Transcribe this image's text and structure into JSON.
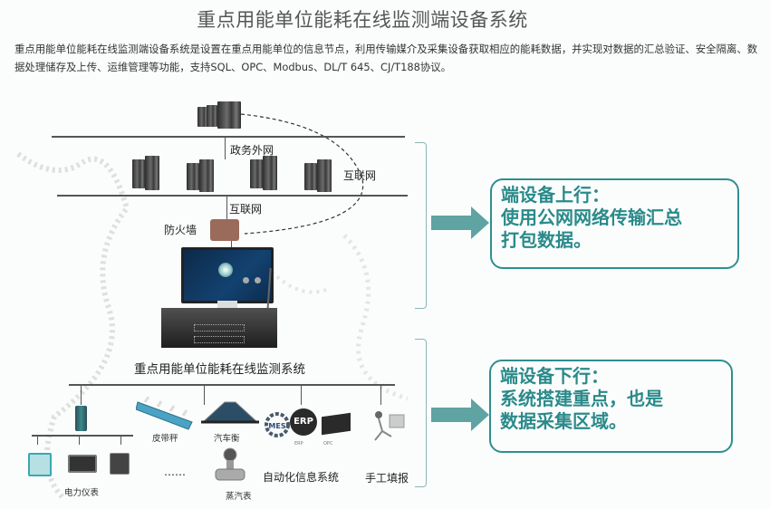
{
  "header": {
    "title": "重点用能单位能耗在线监测端设备系统",
    "description": "重点用能单位能耗在线监测端设备系统是设置在重点用能单位的信息节点，利用传输媒介及采集设备获取相应的能耗数据，并实现对数据的汇总验证、安全隔离、数据处理储存及上传、运维管理等功能，支持SQL、OPC、Modbus、DL/T 645、CJ/T188协议。"
  },
  "diagram": {
    "network_labels": {
      "gov_external_net": "政务外网",
      "internet_right": "互联网",
      "internet_below": "互联网",
      "firewall": "防火墙"
    },
    "system_label": "重点用能单位能耗在线监测系统",
    "devices": {
      "power_meter": "电力仪表",
      "belt_scale": "皮带秤",
      "truck_scale": "汽车衡",
      "steam_meter": "蒸汽表",
      "ellipsis": "……",
      "automation_system": "自动化信息系统",
      "mes": "MES",
      "erp": "ERP",
      "erp_sub": "ERP",
      "opc_sub": "OPC",
      "manual_entry": "手工填报"
    }
  },
  "callouts": {
    "uplink": {
      "line1": "端设备上行：",
      "line2": "使用公网网络传输汇总",
      "line3": "打包数据。"
    },
    "downlink": {
      "line1": "端设备下行：",
      "line2": "系统搭建重点，也是",
      "line3": "数据采集区域。"
    }
  },
  "colors": {
    "accent": "#2f8f8f",
    "arrow": "#5fa3a3",
    "bracket": "#8fb4b4"
  }
}
